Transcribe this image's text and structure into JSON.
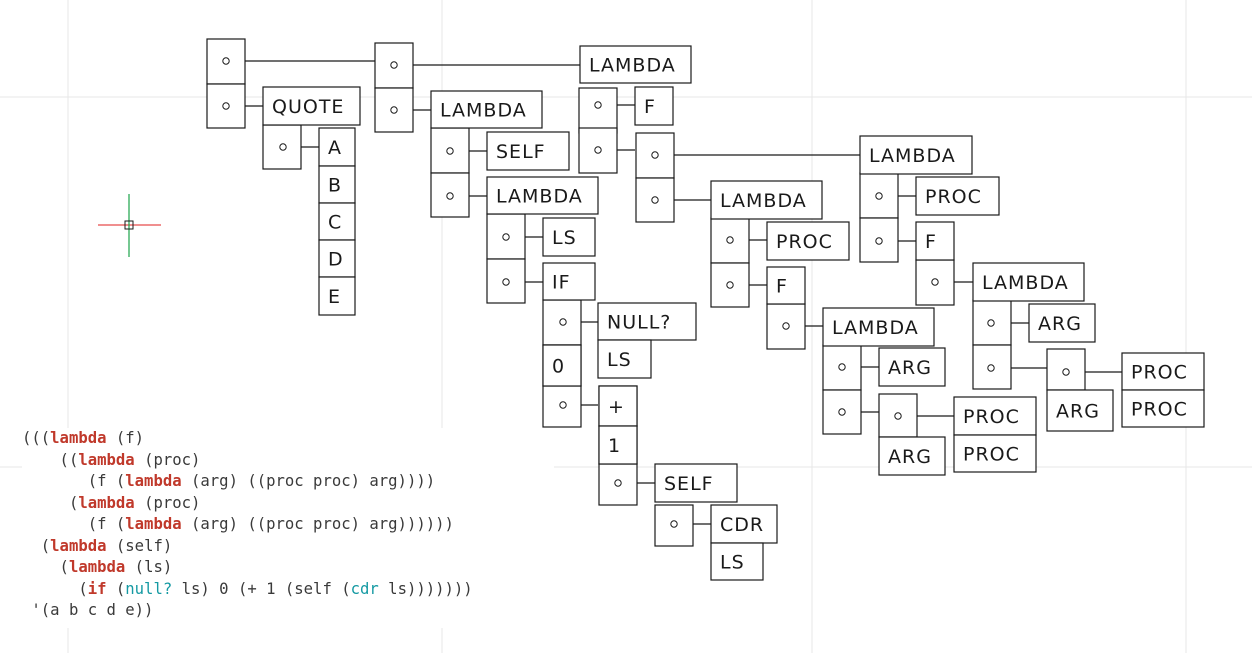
{
  "colors": {
    "background": "#ffffff",
    "grid": "#e7e7e7",
    "ink": "#1a1a1a",
    "keyword": "#c0392b",
    "builtin": "#159aa3",
    "code_text": "#3a3a3a",
    "cursor_h": "#e74c4c",
    "cursor_v": "#1aa34a"
  },
  "atoms": {
    "quote": "QUOTE",
    "lambda": "LAMBDA",
    "f": "F",
    "self": "SELF",
    "ls": "LS",
    "if": "IF",
    "null": "NULL?",
    "zero": "0",
    "plus": "+",
    "one": "1",
    "cdr": "CDR",
    "proc": "PROC",
    "arg": "ARG",
    "a": "A",
    "b": "B",
    "c": "C",
    "d": "D",
    "e": "E"
  },
  "code": [
    [
      {
        "t": "((("
      },
      {
        "t": "lambda",
        "k": "kw"
      },
      {
        "t": " (f)"
      }
    ],
    [
      {
        "t": "    (("
      },
      {
        "t": "lambda",
        "k": "kw"
      },
      {
        "t": " (proc)"
      }
    ],
    [
      {
        "t": "       (f ("
      },
      {
        "t": "lambda",
        "k": "kw"
      },
      {
        "t": " (arg) ((proc proc) arg))))"
      }
    ],
    [
      {
        "t": "     ("
      },
      {
        "t": "lambda",
        "k": "kw"
      },
      {
        "t": " (proc)"
      }
    ],
    [
      {
        "t": "       (f ("
      },
      {
        "t": "lambda",
        "k": "kw"
      },
      {
        "t": " (arg) ((proc proc) arg))))))"
      }
    ],
    [
      {
        "t": "  ("
      },
      {
        "t": "lambda",
        "k": "kw"
      },
      {
        "t": " (self)"
      }
    ],
    [
      {
        "t": "    ("
      },
      {
        "t": "lambda",
        "k": "kw"
      },
      {
        "t": " (ls)"
      }
    ],
    [
      {
        "t": "      ("
      },
      {
        "t": "if",
        "k": "kw"
      },
      {
        "t": " ("
      },
      {
        "t": "null?",
        "k": "bi"
      },
      {
        "t": " ls) 0 (+ 1 (self ("
      },
      {
        "t": "cdr",
        "k": "bi"
      },
      {
        "t": " ls)))))))"
      }
    ],
    [
      {
        "t": " '(a b c d e))"
      }
    ]
  ]
}
